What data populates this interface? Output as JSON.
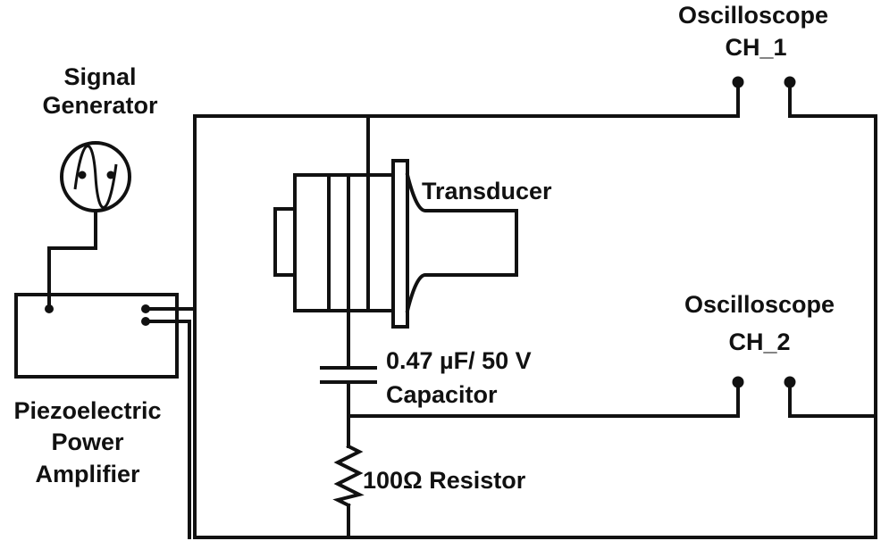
{
  "labels": {
    "signal_generator": [
      "Signal",
      "Generator"
    ],
    "amplifier": [
      "Piezoelectric",
      "Power",
      "Amplifier"
    ],
    "transducer": "Transducer",
    "capacitor": [
      "0.47 µF/ 50 V",
      "Capacitor"
    ],
    "resistor": "100Ω Resistor",
    "oscilloscope_ch1": [
      "Oscilloscope",
      "CH_1"
    ],
    "oscilloscope_ch2": [
      "Oscilloscope",
      "CH_2"
    ]
  },
  "colors": {
    "ink": "#111111",
    "background": "#ffffff"
  }
}
